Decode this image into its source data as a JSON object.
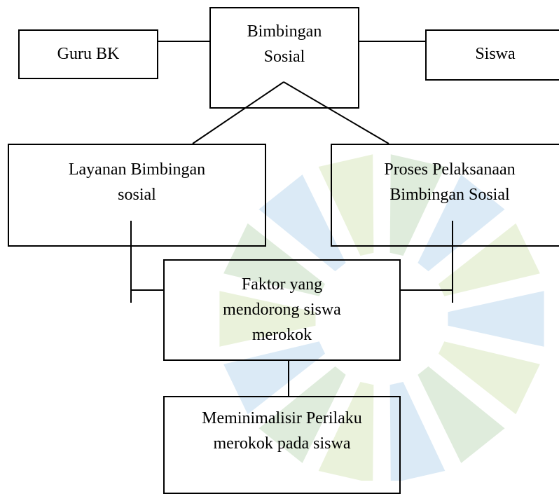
{
  "watermark": {
    "icon": "university-logo-watermark",
    "colors": [
      "#cfe3f3",
      "#e3eecf",
      "#d4e6d0"
    ]
  },
  "diagram": {
    "guru_bk": "Guru BK",
    "bimbingan_sosial": {
      "line1": "Bimbingan",
      "line2": "Sosial"
    },
    "siswa": "Siswa",
    "layanan": {
      "line1": "Layanan Bimbingan",
      "line2": "sosial"
    },
    "proses": {
      "line1": "Proses Pelaksanaan",
      "line2": "Bimbingan Sosial"
    },
    "faktor": {
      "line1": "Faktor yang",
      "line2": "mendorong siswa",
      "line3": "merokok"
    },
    "meminimalisir": {
      "line1": "Meminimalisir Perilaku",
      "line2": "merokok pada siswa"
    }
  }
}
